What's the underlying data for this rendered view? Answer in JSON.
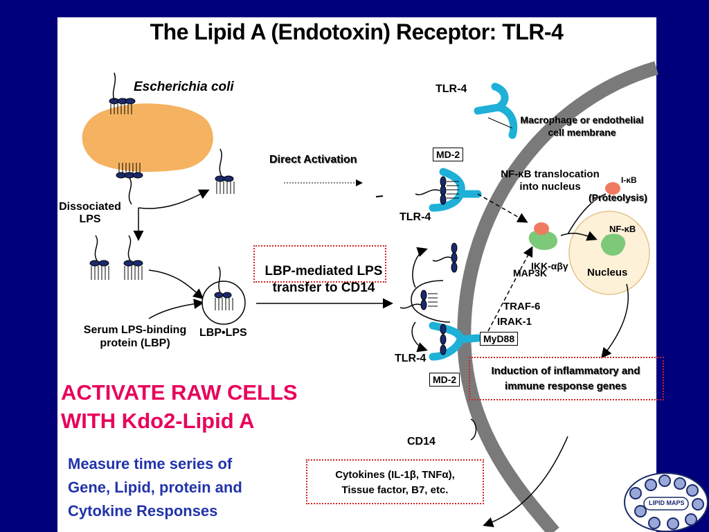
{
  "slide": {
    "title": "The Lipid A (Endotoxin) Receptor: TLR-4",
    "accent_color": "#e8005a",
    "body_blue": "#2233aa",
    "tlr_color": "#1fb0d8",
    "membrane_color": "#7a7a7a"
  },
  "labels": {
    "ecoli": "Escherichia coli",
    "dissociated": "Dissociated\nLPS",
    "serum": "Serum LPS-binding\nprotein (LBP)",
    "lbp_lps": "LBP•LPS",
    "direct": "Direct Activation",
    "lbp_transfer": "LBP-mediated LPS\ntransfer to CD14",
    "tlr4_top": "TLR-4",
    "tlr4_mid": "TLR-4",
    "tlr4_bot": "TLR-4",
    "md2_top": "MD-2",
    "md2_bot": "MD-2",
    "macrophage": "Macrophage or endothelial\ncell membrane",
    "nfkb_transloc": "NF-κB translocation\ninto nucleus",
    "ikb": "I-κB",
    "proteolysis": "(Proteolysis)",
    "nfkb": "NF-κB",
    "nucleus": "Nucleus",
    "ikk": "IKK-αβγ",
    "map3k": "MAP3K",
    "traf6": "TRAF-6",
    "irak1": "IRAK-1",
    "myd88": "MyD88",
    "induction": "Induction of inflammatory and\nimmune response genes",
    "cd14": "CD14",
    "cytokines": "Cytokines (IL-1β, TNFα),\nTissue factor, B7, etc.",
    "activate": "ACTIVATE RAW CELLS\nWITH Kdo2-Lipid A",
    "measure": "Measure time series of\nGene, Lipid, protein and\nCytokine Responses",
    "logo": "LIPID MAPS"
  }
}
